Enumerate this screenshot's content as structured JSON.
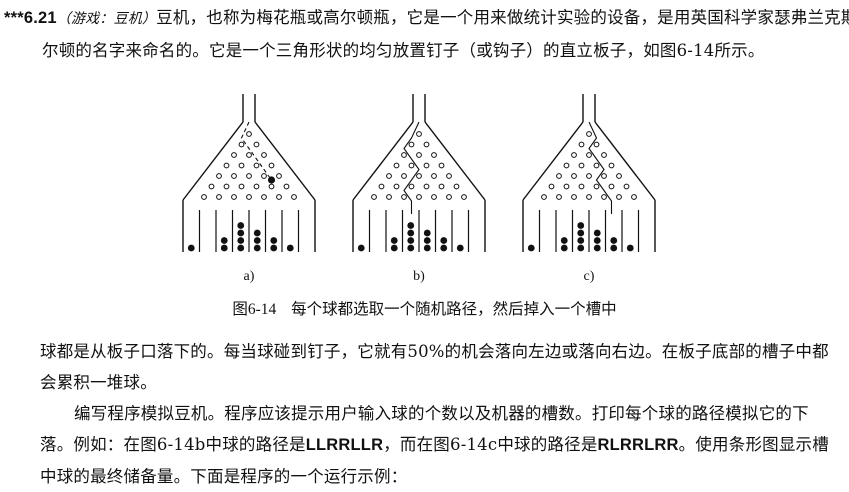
{
  "problem": {
    "number": "***6.21",
    "tag": "（游戏：豆机）",
    "text": "豆机，也称为梅花瓶或高尔顿瓶，它是一个用来做统计实验的设备，是用英国科学家瑟弗兰克斯高尔顿的名字来命名的。它是一个三角形状的均匀放置钉子（或钩子）的直立板子，如图6-14所示。"
  },
  "figure": {
    "panels": [
      {
        "label": "a)",
        "path": ""
      },
      {
        "label": "b)",
        "path": "LLRRLLR"
      },
      {
        "label": "c)",
        "path": "RLRRLRR"
      }
    ],
    "caption_label": "图6-14",
    "caption_text": "每个球都选取一个随机路径，然后掉入一个槽中",
    "slot_counts": [
      1,
      0,
      2,
      4,
      3,
      2,
      1,
      0
    ],
    "colors": {
      "ink": "#111111"
    }
  },
  "body": {
    "p2": "球都是从板子口落下的。每当球碰到钉子，它就有50%的机会落向左边或落向右边。在板子底部的槽子中都会累积一堆球。",
    "p3_part1": "编写程序模拟豆机。程序应该提示用户输入球的个数以及机器的槽数。打印每个球的路径模拟它的下落。例如：在图6-14b中球的路径是",
    "p3_path_b": "LLRRLLR",
    "p3_part2": "，而在图6-14c中球的路径是",
    "p3_path_c": "RLRRLRR",
    "p3_part3": "。使用条形图显示槽中球的最终储备量。下面是程序的一个运行示例："
  }
}
